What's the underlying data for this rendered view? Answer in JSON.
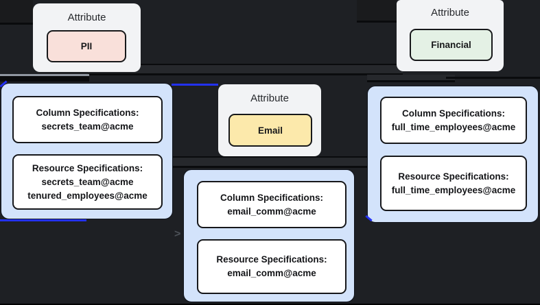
{
  "diagram": {
    "attribute_label": "Attribute",
    "attributes": [
      {
        "name": "PII"
      },
      {
        "name": "Financial"
      },
      {
        "name": "Email"
      }
    ],
    "groups": [
      {
        "column": {
          "title": "Column Specifications:",
          "values": [
            "secrets_team@acme"
          ]
        },
        "resource": {
          "title": "Resource Specifications:",
          "values": [
            "secrets_team@acme",
            "tenured_employees@acme"
          ]
        }
      },
      {
        "column": {
          "title": "Column Specifications:",
          "values": [
            "email_comm@acme"
          ]
        },
        "resource": {
          "title": "Resource Specifications:",
          "values": [
            "email_comm@acme"
          ]
        }
      },
      {
        "column": {
          "title": "Column Specifications:",
          "values": [
            "full_time_employees@acme"
          ]
        },
        "resource": {
          "title": "Resource Specifications:",
          "values": [
            "full_time_employees@acme"
          ]
        }
      }
    ],
    "edge_arrow": ">",
    "colors": {
      "background": "#1e2024",
      "pii_chip": "#f9e0da",
      "financial_chip": "#e4f1e5",
      "email_chip": "#fce9ab",
      "container_fill": "#d3e3fb",
      "edge_highlight": "#2331f5"
    }
  }
}
